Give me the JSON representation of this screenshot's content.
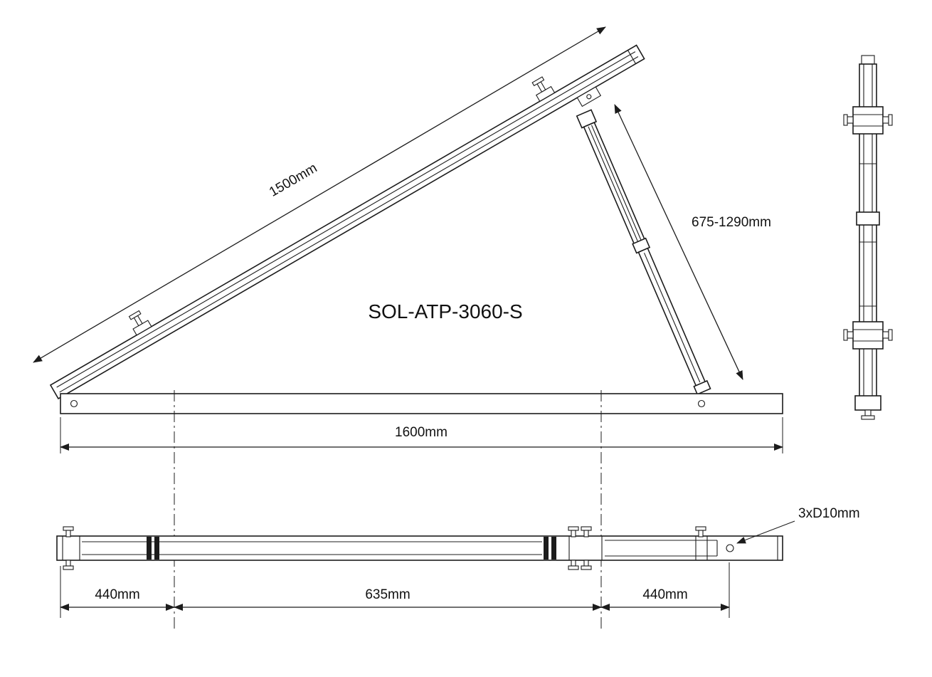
{
  "page": {
    "background": "#ffffff",
    "line_color": "#1c1c1c"
  },
  "drawing": {
    "model_label": "SOL-ATP-3060-S",
    "front_view": {
      "rail_dimension": "1500mm",
      "leg_dimension": "675-1290mm",
      "base_dimension": "1600mm"
    },
    "bottom_view": {
      "segment_left": "440mm",
      "segment_middle": "635mm",
      "segment_right": "440mm",
      "hole_note": "3xD10mm"
    }
  }
}
